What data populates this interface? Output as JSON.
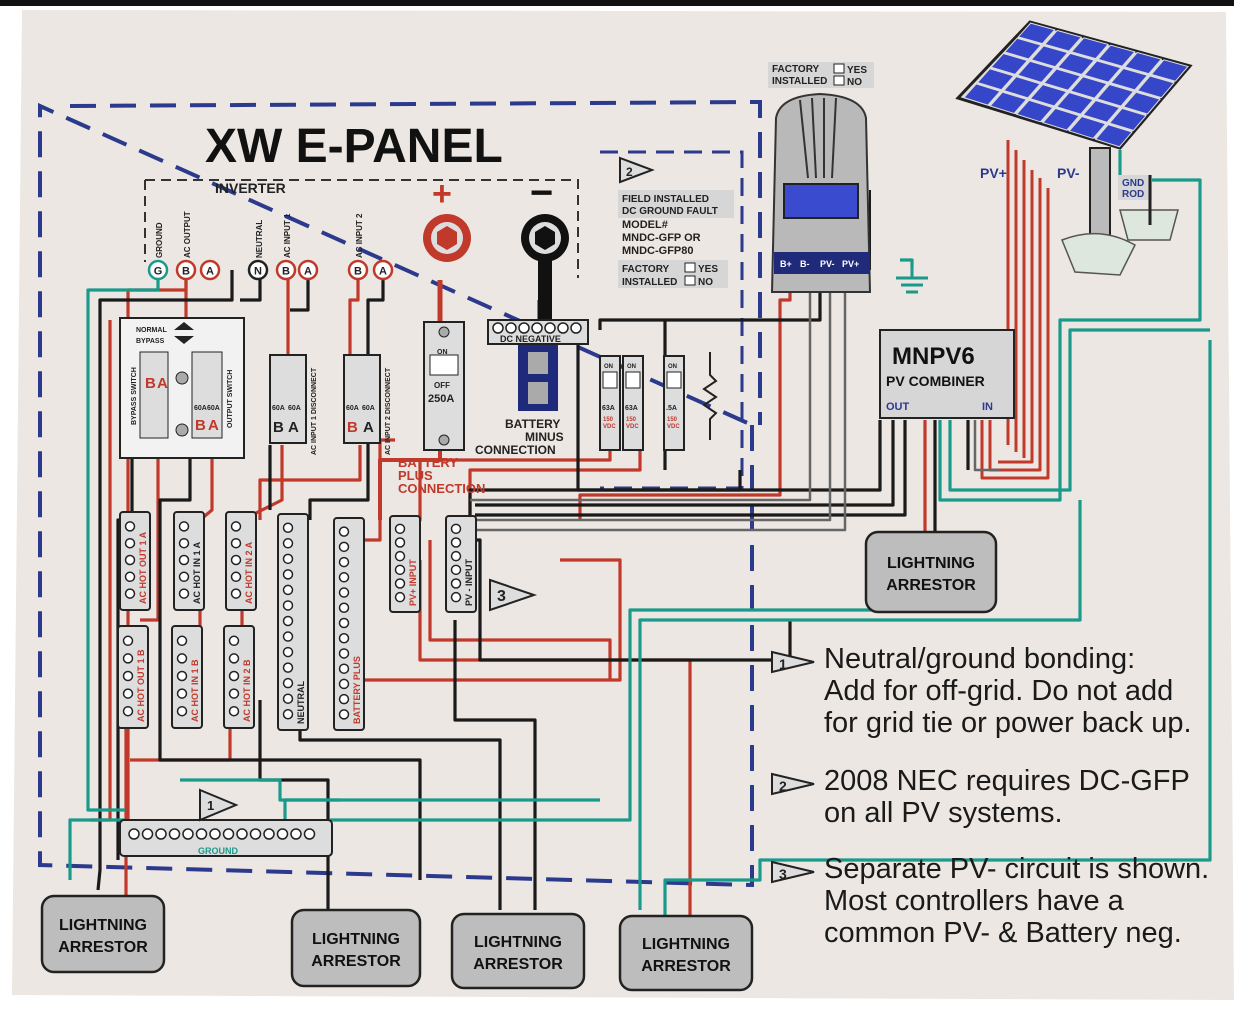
{
  "panel": {
    "title": "XW E-PANEL",
    "inverter": "INVERTER",
    "ground": "GROUND",
    "plus_sign": "+",
    "minus_sign": "−"
  },
  "inverter_terminals": [
    {
      "letter": "G",
      "label": "GROUND"
    },
    {
      "letter": "B",
      "label": "AC OUTPUT"
    },
    {
      "letter": "A",
      "label": ""
    },
    {
      "letter": "N",
      "label": "NEUTRAL"
    },
    {
      "letter": "B",
      "label": "AC INPUT 1"
    },
    {
      "letter": "A",
      "label": ""
    },
    {
      "letter": "B",
      "label": "AC INPUT 2"
    },
    {
      "letter": "A",
      "label": ""
    }
  ],
  "switches": {
    "normal": "NORMAL",
    "bypass": "BYPASS",
    "bypass_switch": "BYPASS SWITCH",
    "output_switch": "OUTPUT SWITCH",
    "ac1_disconnect": "AC INPUT 1 DISCONNECT",
    "ac2_disconnect": "AC INPUT 2 DISCONNECT",
    "rating_60a": "60A",
    "b": "B",
    "a": "A"
  },
  "dc": {
    "breaker_on": "ON",
    "breaker_off": "OFF",
    "breaker_rating": "250A",
    "battery_plus": [
      "BATTERY",
      "PLUS",
      "CONNECTION"
    ],
    "dc_negative": "DC NEGATIVE",
    "battery_minus": [
      "BATTERY",
      "MINUS",
      "CONNECTION"
    ],
    "breaker_labels": [
      {
        "amp": "63A",
        "volt": "150 VDC"
      },
      {
        "amp": "63A",
        "volt": "150 VDC"
      },
      {
        "amp": ".5A",
        "volt": "150 VDC"
      }
    ]
  },
  "gfp": {
    "marker": "2",
    "lines": [
      "FIELD INSTALLED",
      "DC GROUND FAULT"
    ],
    "model": [
      "MODEL#",
      "MNDC-GFP OR",
      "MNDC-GFP80"
    ],
    "factory": "FACTORY",
    "yes": "YES",
    "installed": "INSTALLED",
    "no": "NO"
  },
  "controller": {
    "factory": "FACTORY",
    "yes": "YES",
    "installed": "INSTALLED",
    "no": "NO",
    "terminals": [
      "B+",
      "B-",
      "PV-",
      "PV+"
    ]
  },
  "pv": {
    "pv_plus": "PV+",
    "pv_minus": "PV-",
    "gnd_rod": [
      "GND",
      "ROD"
    ]
  },
  "combiner": {
    "name": "MNPV6",
    "sub": "PV COMBINER",
    "out": "OUT",
    "in": "IN"
  },
  "busbars": [
    "AC HOT OUT 1 A",
    "AC HOT IN 1 A",
    "AC HOT IN 2 A",
    "NEUTRAL",
    "BATTERY PLUS",
    "PV+ INPUT",
    "PV - INPUT",
    "AC HOT OUT 1 B",
    "AC HOT IN 1 B",
    "AC HOT IN 2 B"
  ],
  "arrestors": [
    [
      "LIGHTNING",
      "ARRESTOR"
    ],
    [
      "LIGHTNING",
      "ARRESTOR"
    ],
    [
      "LIGHTNING",
      "ARRESTOR"
    ],
    [
      "LIGHTNING",
      "ARRESTOR"
    ],
    [
      "LIGHTNING",
      "ARRESTOR"
    ]
  ],
  "markers": {
    "one": "1",
    "two": "2",
    "three": "3"
  },
  "notes": [
    {
      "marker": "1",
      "lines": [
        "Neutral/ground bonding:",
        "Add for off-grid. Do not add",
        "for grid tie or power back up."
      ]
    },
    {
      "marker": "2",
      "lines": [
        "2008 NEC requires DC-GFP",
        "on all PV systems."
      ]
    },
    {
      "marker": "3",
      "lines": [
        "Separate PV- circuit is shown.",
        "Most controllers have a",
        "common PV- & Battery neg."
      ]
    }
  ]
}
